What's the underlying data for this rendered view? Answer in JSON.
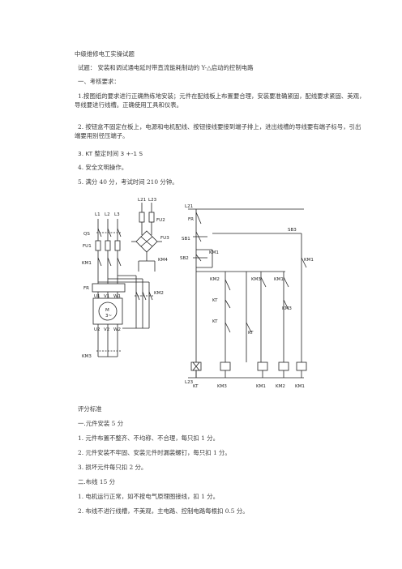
{
  "doc": {
    "heading": "中级维修电工实操试题",
    "subject": "试题：    安装和调试通电延时带直流能耗制动的 Y-△启动的控制电路",
    "sec1_title": "一、考核要求：",
    "req1": "1.按图纸的要求进行正确熟练地安装；元件在配线板上布置要合理，安装要准确紧固，配线要求紧固、美观，导线要进行线槽。正确使用工具和仪表。",
    "req2": "2. 按钮盒不固定在板上，电源和电机配线、按钮接线要接到端子排上，进出线槽的导线要有端子标号，引出端要用别径压端子。",
    "req3": "3.  KT 整定时间 3 +-1 S",
    "req4": "4.  安全文明操作。",
    "req5": "5.  满分 40 分，考试时间 210 分钟。",
    "score_title": "评分标准",
    "s1_title": "一.元件安装 5 分",
    "s1_1": "1.  元件布置不整齐、不均称、不合理，每只扣 1 分。",
    "s1_2": "2.  元件安装不牢固、安装元件时漏装螺钉，每只扣 1 分。",
    "s1_3": "3.  损坏元件每只扣 2 分。",
    "s2_title": "二.布线 15 分",
    "s2_1": "1.  电机运行正常，如不按电气原理图接线，扣 1 分。",
    "s2_2": "2.  布线不进行线槽，不美观，主电路、控制电路每根扣 0.5 分。"
  },
  "diagram": {
    "main": {
      "l1": "L1",
      "l2": "L2",
      "l3": "L3",
      "qs": "QS",
      "fu1": "FU1",
      "km1": "KM1",
      "fr": "FR",
      "u1": "U1",
      "v1": "V1",
      "w1": "W1",
      "motor": "M",
      "motor_sub": "3~",
      "u2": "U2",
      "v2": "V2",
      "w2": "W2",
      "km3": "KM3",
      "l21": "L21",
      "l23": "L23",
      "fu2": "FU2",
      "fu3": "FU3",
      "km4": "KM4",
      "km2": "KM2"
    },
    "control": {
      "l21": "L21",
      "fr": "FR",
      "sb1": "SB1",
      "sb2": "SB2",
      "sb3": "SB3",
      "km1_a": "KM1",
      "km1_b": "KM1",
      "km2": "KM2",
      "km3_a": "KM3",
      "km1_c": "KM1",
      "km3_b": "KM3",
      "kt_a": "KT",
      "kt_b": "KT",
      "kt_c": "KT",
      "l23": "L23",
      "coil_kt": "KT",
      "coil_km3": "KM3",
      "coil_km1": "KM1",
      "coil_km2": "KM2",
      "coil_km1b": "KM1"
    }
  }
}
